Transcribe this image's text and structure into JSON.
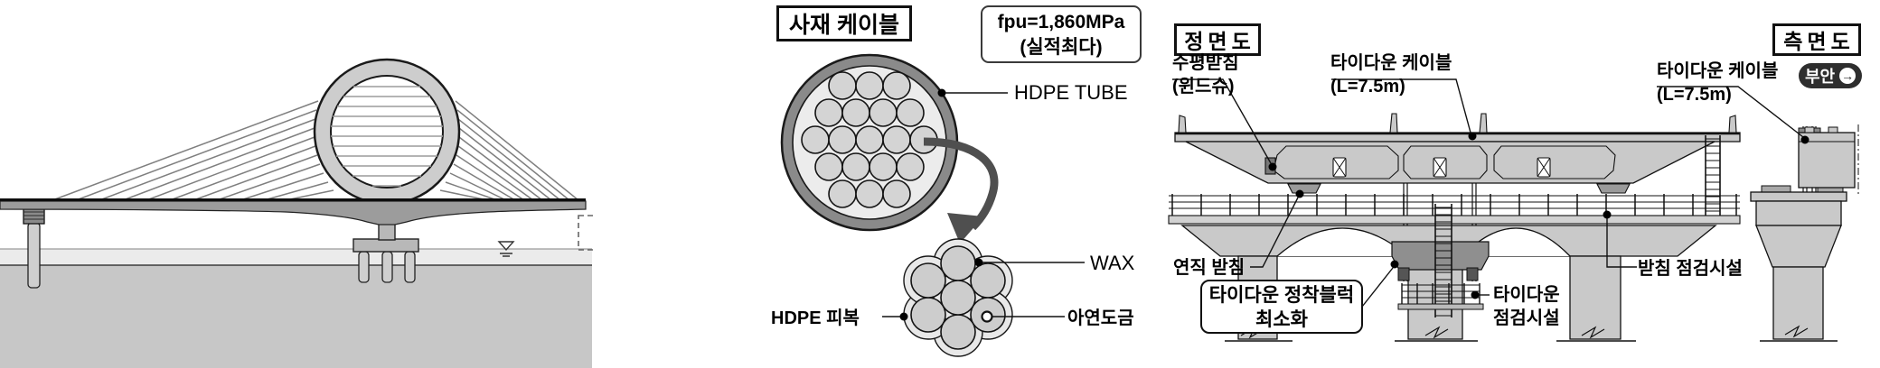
{
  "cable_panel": {
    "title": "사재 케이블",
    "spec_box": {
      "line1": "fpu=1,860MPa",
      "line2": "(실적최다)"
    },
    "labels": {
      "hdpe_tube": "HDPE TUBE",
      "wax": "WAX",
      "zinc_coating": "아연도금",
      "hdpe_sheath": "HDPE 피복"
    }
  },
  "front_view_panel": {
    "title": "정면도",
    "labels": {
      "horizontal_bearing_line1": "수평받침",
      "horizontal_bearing_line2": "(윈드슈)",
      "tiedown_cable_line1": "타이다운 케이블",
      "tiedown_cable_line2": "(L=7.5m)",
      "vertical_bearing": "연직 받침",
      "anchor_block_line1": "타이다운 정착블럭",
      "anchor_block_line2": "최소화",
      "tiedown_inspection_line1": "타이다운",
      "tiedown_inspection_line2": "점검시설",
      "bearing_inspection": "받침 점검시설"
    }
  },
  "side_view_panel": {
    "title": "측면도",
    "labels": {
      "tiedown_cable_line1": "타이다운 케이블",
      "tiedown_cable_line2": "(L=7.5m)"
    },
    "direction_badge": {
      "text": "부안",
      "arrow": "→"
    }
  },
  "colors": {
    "outline": "#141414",
    "girder_gray": "#c9c9c9",
    "deck_gray": "#9c9c9c",
    "anchor_dark_gray": "#8f8f8f",
    "water_gray": "#ebebeb",
    "ground_gray": "#c7c7c7",
    "badge_bg": "#2e2e2e"
  }
}
